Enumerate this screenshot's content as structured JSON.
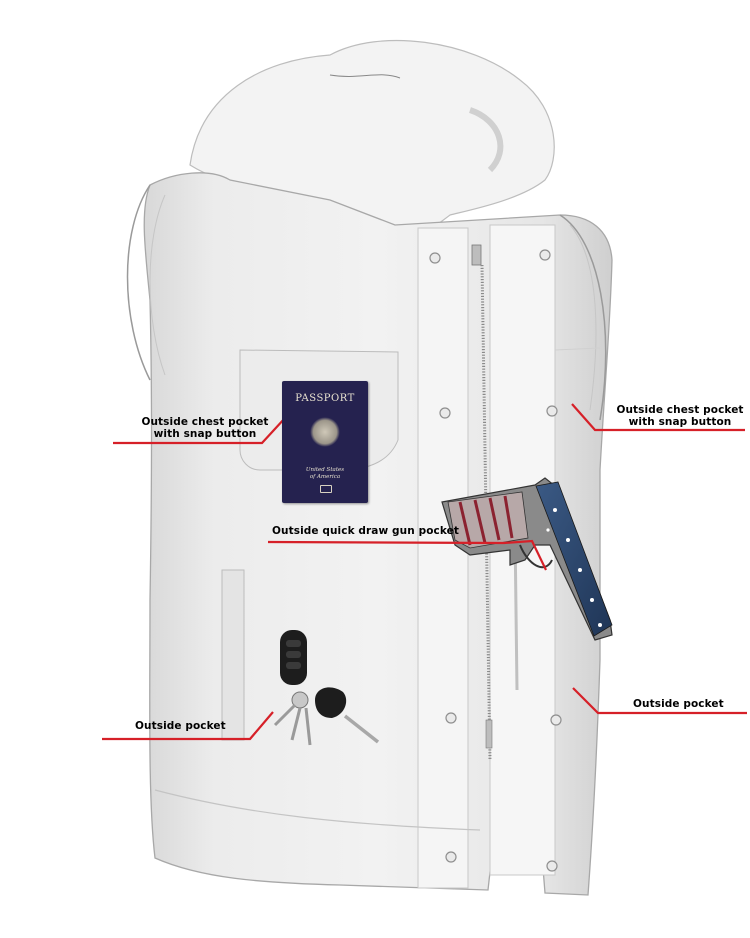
{
  "diagram": {
    "subject": "Leather vest with hoodie, pocket feature callouts",
    "background_color": "#ffffff",
    "callout_line_color": "#d62028",
    "callouts": [
      {
        "id": "left-chest",
        "line1": "Outside chest pocket",
        "line2": "with snap button"
      },
      {
        "id": "right-chest",
        "line1": "Outside chest pocket",
        "line2": "with snap button"
      },
      {
        "id": "gun-pocket",
        "line1": "Outside quick draw gun pocket"
      },
      {
        "id": "right-lower",
        "line1": "Outside pocket"
      },
      {
        "id": "left-lower",
        "line1": "Outside pocket"
      }
    ],
    "props": {
      "passport": {
        "title": "PASSPORT",
        "country_line1": "United States",
        "country_line2": "of America"
      },
      "gun": {
        "description": "pistol with american flag pattern"
      },
      "keys": {
        "description": "car key fob with keys"
      }
    }
  }
}
